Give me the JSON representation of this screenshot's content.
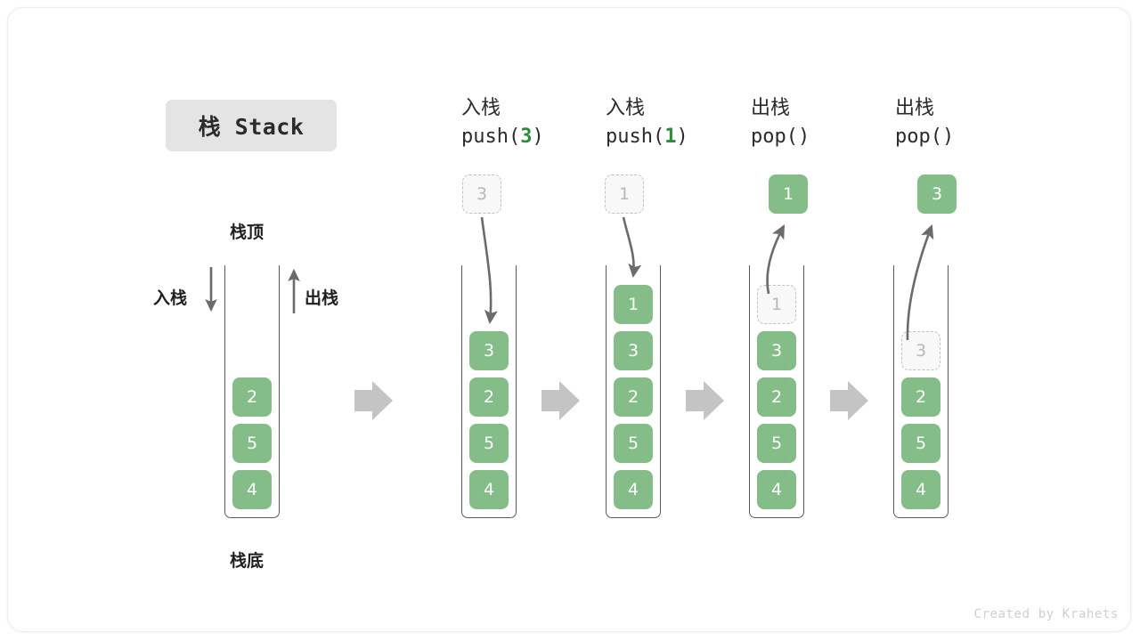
{
  "title": {
    "label": "栈 Stack"
  },
  "left_stack": {
    "top_label": "栈顶",
    "bottom_label": "栈底",
    "push_label": "入栈",
    "pop_label": "出栈",
    "cells": [
      "2",
      "5",
      "4"
    ]
  },
  "steps": [
    {
      "id": "push-3",
      "header_line1": "入栈",
      "header_prefix": "push(",
      "header_num": "3",
      "header_suffix": ")",
      "floating_cell": {
        "value": "3",
        "style": "ghost"
      },
      "cells": [
        "3",
        "2",
        "5",
        "4"
      ],
      "ghost_in_stack": null
    },
    {
      "id": "push-1",
      "header_line1": "入栈",
      "header_prefix": "push(",
      "header_num": "1",
      "header_suffix": ")",
      "floating_cell": {
        "value": "1",
        "style": "ghost"
      },
      "cells": [
        "1",
        "3",
        "2",
        "5",
        "4"
      ],
      "ghost_in_stack": null
    },
    {
      "id": "pop-1",
      "header_line1": "出栈",
      "header_prefix": "pop(",
      "header_num": "",
      "header_suffix": ")",
      "floating_cell": {
        "value": "1",
        "style": "solid"
      },
      "cells": [
        "3",
        "2",
        "5",
        "4"
      ],
      "ghost_in_stack": "1"
    },
    {
      "id": "pop-3",
      "header_line1": "出栈",
      "header_prefix": "pop(",
      "header_num": "",
      "header_suffix": ")",
      "floating_cell": {
        "value": "3",
        "style": "solid"
      },
      "cells": [
        "2",
        "5",
        "4"
      ],
      "ghost_in_stack": "3"
    }
  ],
  "colors": {
    "green": "#84bd87",
    "green_text": "#2e8b3d",
    "gray_arrow": "#c4c4c4",
    "outline": "#5a5a5a",
    "ghost_border": "#c2c2c2"
  },
  "footer": {
    "credit": "Created by Krahets"
  }
}
